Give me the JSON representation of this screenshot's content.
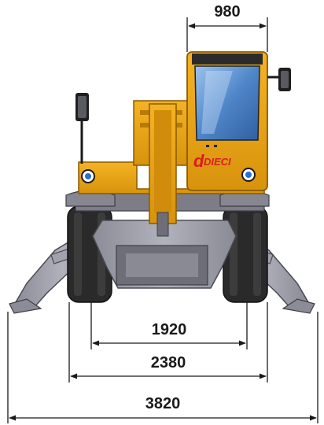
{
  "dimensions": {
    "cab_width": "980",
    "track_inner": "1920",
    "track_outer": "2380",
    "outrigger_span": "3820"
  },
  "brand": {
    "letter": "d",
    "name": "DIECI"
  },
  "colors": {
    "body_orange": "#e8a416",
    "body_dark": "#b87a08",
    "frame_gray": "#9a9aa6",
    "tire_dark": "#2a2a2a",
    "brand_red": "#d91e1e",
    "glass_blue": "#6f9ed8",
    "dim_line": "#1a1a1a"
  }
}
